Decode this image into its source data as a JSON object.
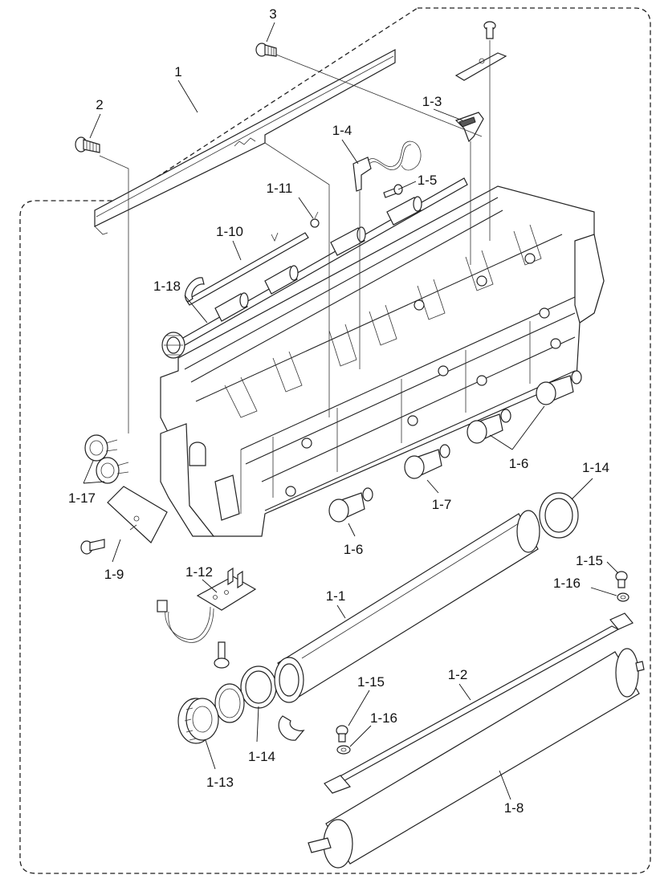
{
  "callouts": [
    {
      "id": "c-3",
      "label": "3"
    },
    {
      "id": "c-1",
      "label": "1"
    },
    {
      "id": "c-2",
      "label": "2"
    },
    {
      "id": "c-1-3",
      "label": "1-3"
    },
    {
      "id": "c-1-4",
      "label": "1-4"
    },
    {
      "id": "c-1-5",
      "label": "1-5"
    },
    {
      "id": "c-1-11",
      "label": "1-11"
    },
    {
      "id": "c-1-10",
      "label": "1-10"
    },
    {
      "id": "c-1-18",
      "label": "1-18"
    },
    {
      "id": "c-1-17",
      "label": "1-17"
    },
    {
      "id": "c-1-6a",
      "label": "1-6"
    },
    {
      "id": "c-1-7",
      "label": "1-7"
    },
    {
      "id": "c-1-6b",
      "label": "1-6"
    },
    {
      "id": "c-1-14a",
      "label": "1-14"
    },
    {
      "id": "c-1-9",
      "label": "1-9"
    },
    {
      "id": "c-1-12",
      "label": "1-12"
    },
    {
      "id": "c-1-1",
      "label": "1-1"
    },
    {
      "id": "c-1-15a",
      "label": "1-15"
    },
    {
      "id": "c-1-16a",
      "label": "1-16"
    },
    {
      "id": "c-1-2",
      "label": "1-2"
    },
    {
      "id": "c-1-15b",
      "label": "1-15"
    },
    {
      "id": "c-1-16b",
      "label": "1-16"
    },
    {
      "id": "c-1-14b",
      "label": "1-14"
    },
    {
      "id": "c-1-13",
      "label": "1-13"
    },
    {
      "id": "c-1-8",
      "label": "1-8"
    }
  ]
}
